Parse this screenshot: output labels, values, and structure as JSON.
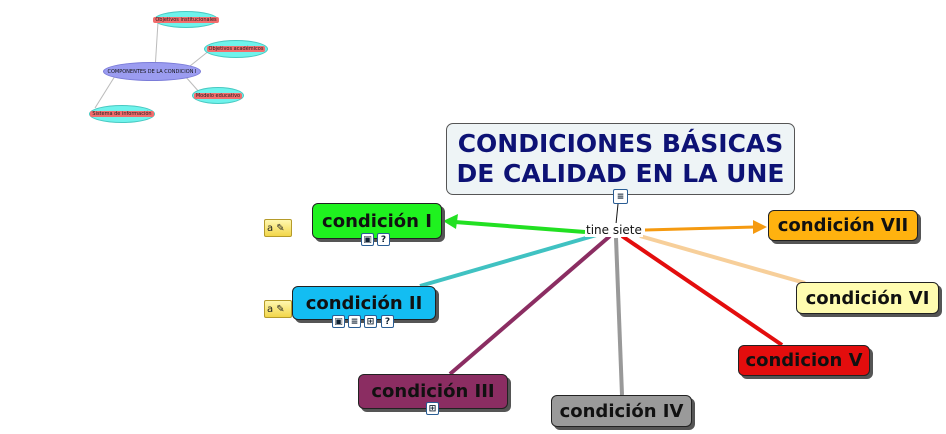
{
  "title": {
    "line1": "CONDICIONES BÁSICAS",
    "line2": "DE CALIDAD EN LA UNE"
  },
  "linking_phrase": "tine siete",
  "nodes": [
    {
      "id": "c1",
      "label": "condición I",
      "color": "#1ff21f"
    },
    {
      "id": "c2",
      "label": "condición  II",
      "color": "#13bdf2"
    },
    {
      "id": "c3",
      "label": "condición III",
      "color": "#8b2d62"
    },
    {
      "id": "c4",
      "label": "condición IV",
      "color": "#9a9a9a"
    },
    {
      "id": "c5",
      "label": "condicion V",
      "color": "#e30d0d"
    },
    {
      "id": "c6",
      "label": "condición VI",
      "color": "#fffcb0"
    },
    {
      "id": "c7",
      "label": "condición VII",
      "color": "#ffb20f"
    }
  ],
  "mini_map": {
    "center": "COMPONENTES DE LA CONDICION I",
    "items": [
      "Objetivos institucionales",
      "Objetivos académicos",
      "Modelo educativo",
      "Sistema de información"
    ]
  },
  "icons": {
    "title": [
      "document-icon"
    ],
    "c1": [
      "image-icon",
      "question-icon"
    ],
    "c2": [
      "image-icon",
      "document-icon",
      "concept-map-icon",
      "question-icon"
    ],
    "c3": [
      "concept-map-icon"
    ]
  }
}
